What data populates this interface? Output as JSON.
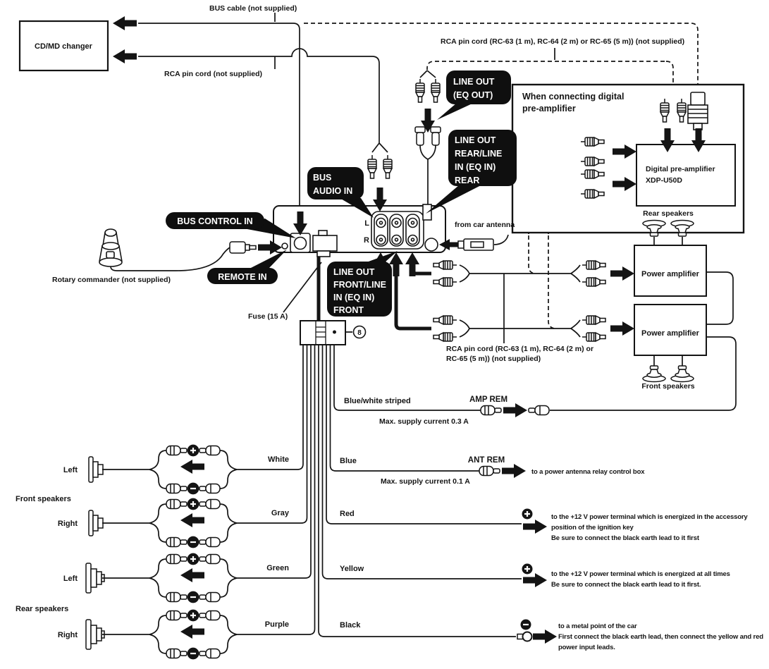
{
  "colors": {
    "ink": "#141414",
    "paper": "#ffffff",
    "callout_bg": "#0f0f0f",
    "callout_text": "#ffffff"
  },
  "changer": {
    "label": "CD/MD changer"
  },
  "cables": {
    "bus_cable": "BUS cable (not supplied)",
    "rca_cord": "RCA pin cord (not supplied)",
    "rca_cord_long": "RCA pin cord (RC-63 (1 m), RC-64 (2 m) or RC-65 (5 m)) (not supplied)",
    "rca_cord_mid": [
      "RCA pin cord (RC-63 (1 m), RC-64 (2 m) or",
      "RC-65 (5 m)) (not supplied)"
    ]
  },
  "callouts": {
    "line_out_eq": [
      "LINE OUT",
      "(EQ OUT)"
    ],
    "line_out_rear": [
      "LINE OUT",
      "REAR/LINE",
      "IN (EQ IN)",
      "REAR"
    ],
    "bus_audio_in": [
      "BUS",
      "AUDIO IN"
    ],
    "bus_control_in": "BUS CONTROL IN",
    "remote_in": "REMOTE IN",
    "line_out_front": [
      "LINE OUT",
      "FRONT/LINE",
      "IN (EQ IN)",
      "FRONT"
    ]
  },
  "preamp": {
    "box_title": [
      "When connecting digital",
      "pre-amplifier"
    ],
    "device": [
      "Digital pre-amplifier",
      "XDP-U50D"
    ]
  },
  "amps": {
    "rear_speakers": "Rear speakers",
    "front_speakers": "Front speakers",
    "amp_top": "Power amplifier",
    "amp_bottom": "Power amplifier"
  },
  "head_unit": {
    "jack_left_channel": "L",
    "jack_right_channel": "R",
    "from_car_antenna": "from car antenna",
    "fuse": "Fuse (15 A)",
    "connector_ref": "8"
  },
  "rotary_commander": "Rotary commander (not supplied)",
  "harness": {
    "amp_rem": {
      "wire": "Blue/white striped",
      "terminal": "AMP REM",
      "note": "Max. supply current 0.3 A"
    },
    "ant_rem": {
      "wire": "Blue",
      "terminal": "ANT REM",
      "note": "Max. supply current 0.1 A",
      "dest": "to a power antenna relay control box"
    },
    "white": "White",
    "gray": "Gray",
    "green": "Green",
    "purple": "Purple",
    "red": {
      "wire": "Red",
      "dest": [
        "to the +12 V power terminal which is energized in the accessory",
        "position of the ignition key",
        "Be sure to connect the black earth lead to it first"
      ]
    },
    "yellow": {
      "wire": "Yellow",
      "dest": [
        "to the +12 V power terminal which is energized at all times",
        "Be sure to connect the black earth lead to it first."
      ]
    },
    "black": {
      "wire": "Black",
      "dest": [
        "to a metal point of the car",
        "First connect the black earth lead, then connect the yellow and red",
        "power input leads."
      ]
    }
  },
  "speakers": {
    "front_group": "Front speakers",
    "rear_group": "Rear speakers",
    "front_left": "Left",
    "front_right": "Right",
    "rear_left": "Left",
    "rear_right": "Right"
  }
}
